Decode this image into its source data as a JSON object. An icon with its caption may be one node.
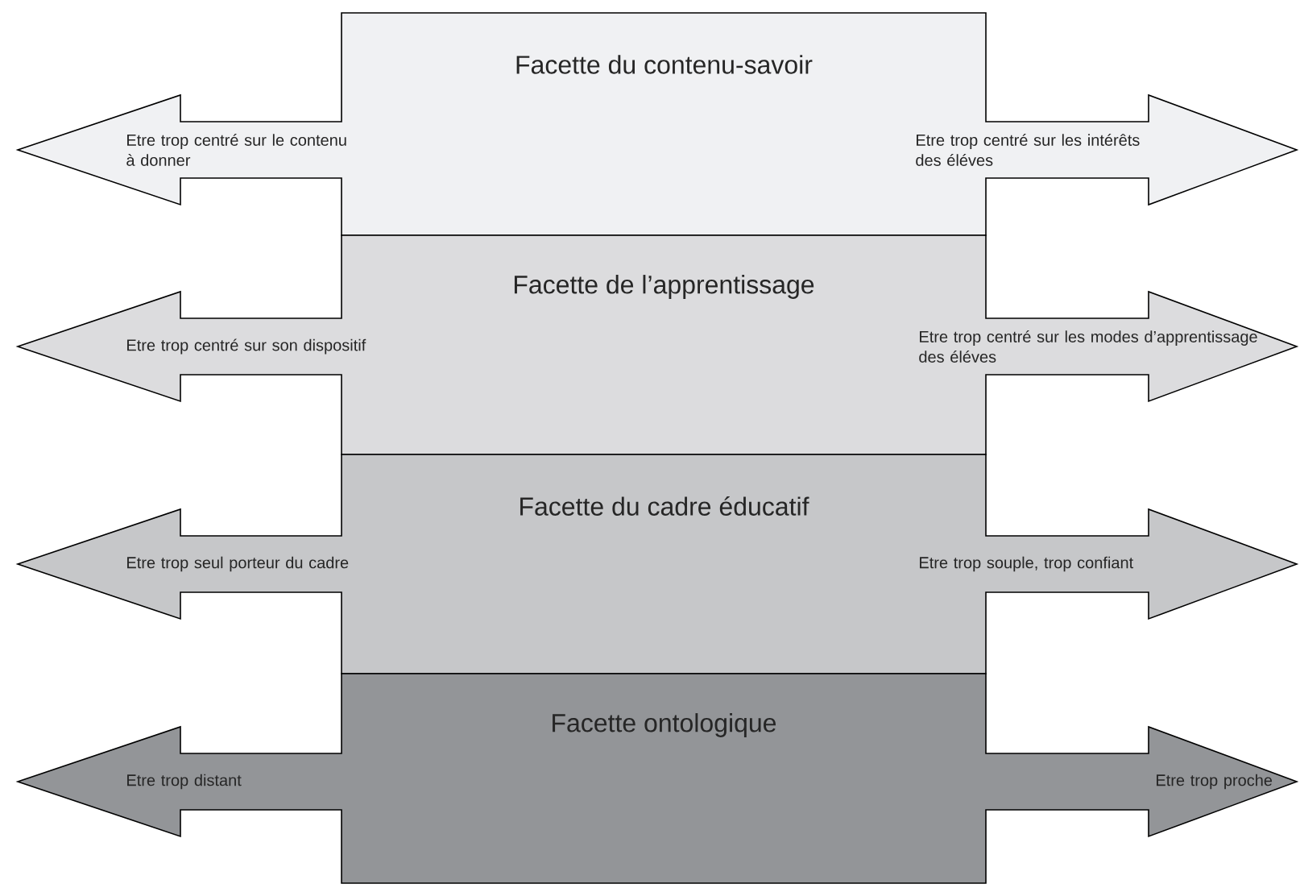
{
  "diagram": {
    "nodes": [
      {
        "text": [
          "Facette du contenu-savoir",
          "Etre trop centré sur le contenu à donner",
          "Etre trop centré sur les intérêts des éléves"
        ]
      },
      {
        "text": [
          "Facette de l’apprentissage",
          "Etre trop centré sur son dispositif",
          "Etre trop centré sur les modes d’apprentissage des éléves"
        ]
      },
      {
        "text": [
          "Facette du cadre éducatif",
          "Etre trop seul porteur du cadre",
          "Etre trop souple, trop confiant"
        ]
      },
      {
        "text": [
          "Facette ontologique",
          "Etre trop distant",
          "Etre trop proche"
        ]
      }
    ]
  }
}
